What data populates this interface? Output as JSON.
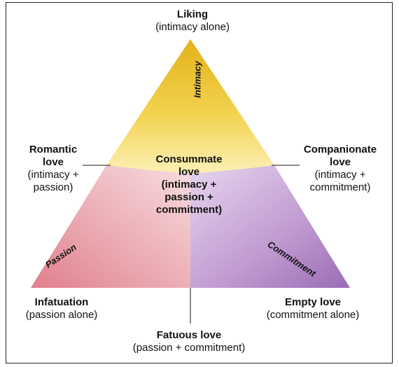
{
  "top": {
    "title": "Liking",
    "subtitle": "(intimacy alone)"
  },
  "left": {
    "title_line1": "Romantic",
    "title_line2": "love",
    "sub_line1": "(intimacy +",
    "sub_line2": "passion)"
  },
  "right": {
    "title_line1": "Companionate",
    "title_line2": "love",
    "sub_line1": "(intimacy +",
    "sub_line2": "commitment)"
  },
  "center": {
    "line1": "Consummate",
    "line2": "love",
    "line3": "(intimacy +",
    "line4": "passion +",
    "line5": "commitment)"
  },
  "bottom_left": {
    "title": "Infatuation",
    "subtitle": "(passion alone)"
  },
  "bottom_right": {
    "title": "Empty love",
    "subtitle": "(commitment alone)"
  },
  "bottom": {
    "title": "Fatuous love",
    "subtitle": "(passion + commitment)"
  },
  "sides": {
    "intimacy": "Intimacy",
    "passion": "Passion",
    "commitment": "Commitment"
  },
  "colors": {
    "intimacy": "#f2c62c",
    "passion": "#e8a0a8",
    "commitment": "#b58ac7",
    "line": "#333333"
  }
}
